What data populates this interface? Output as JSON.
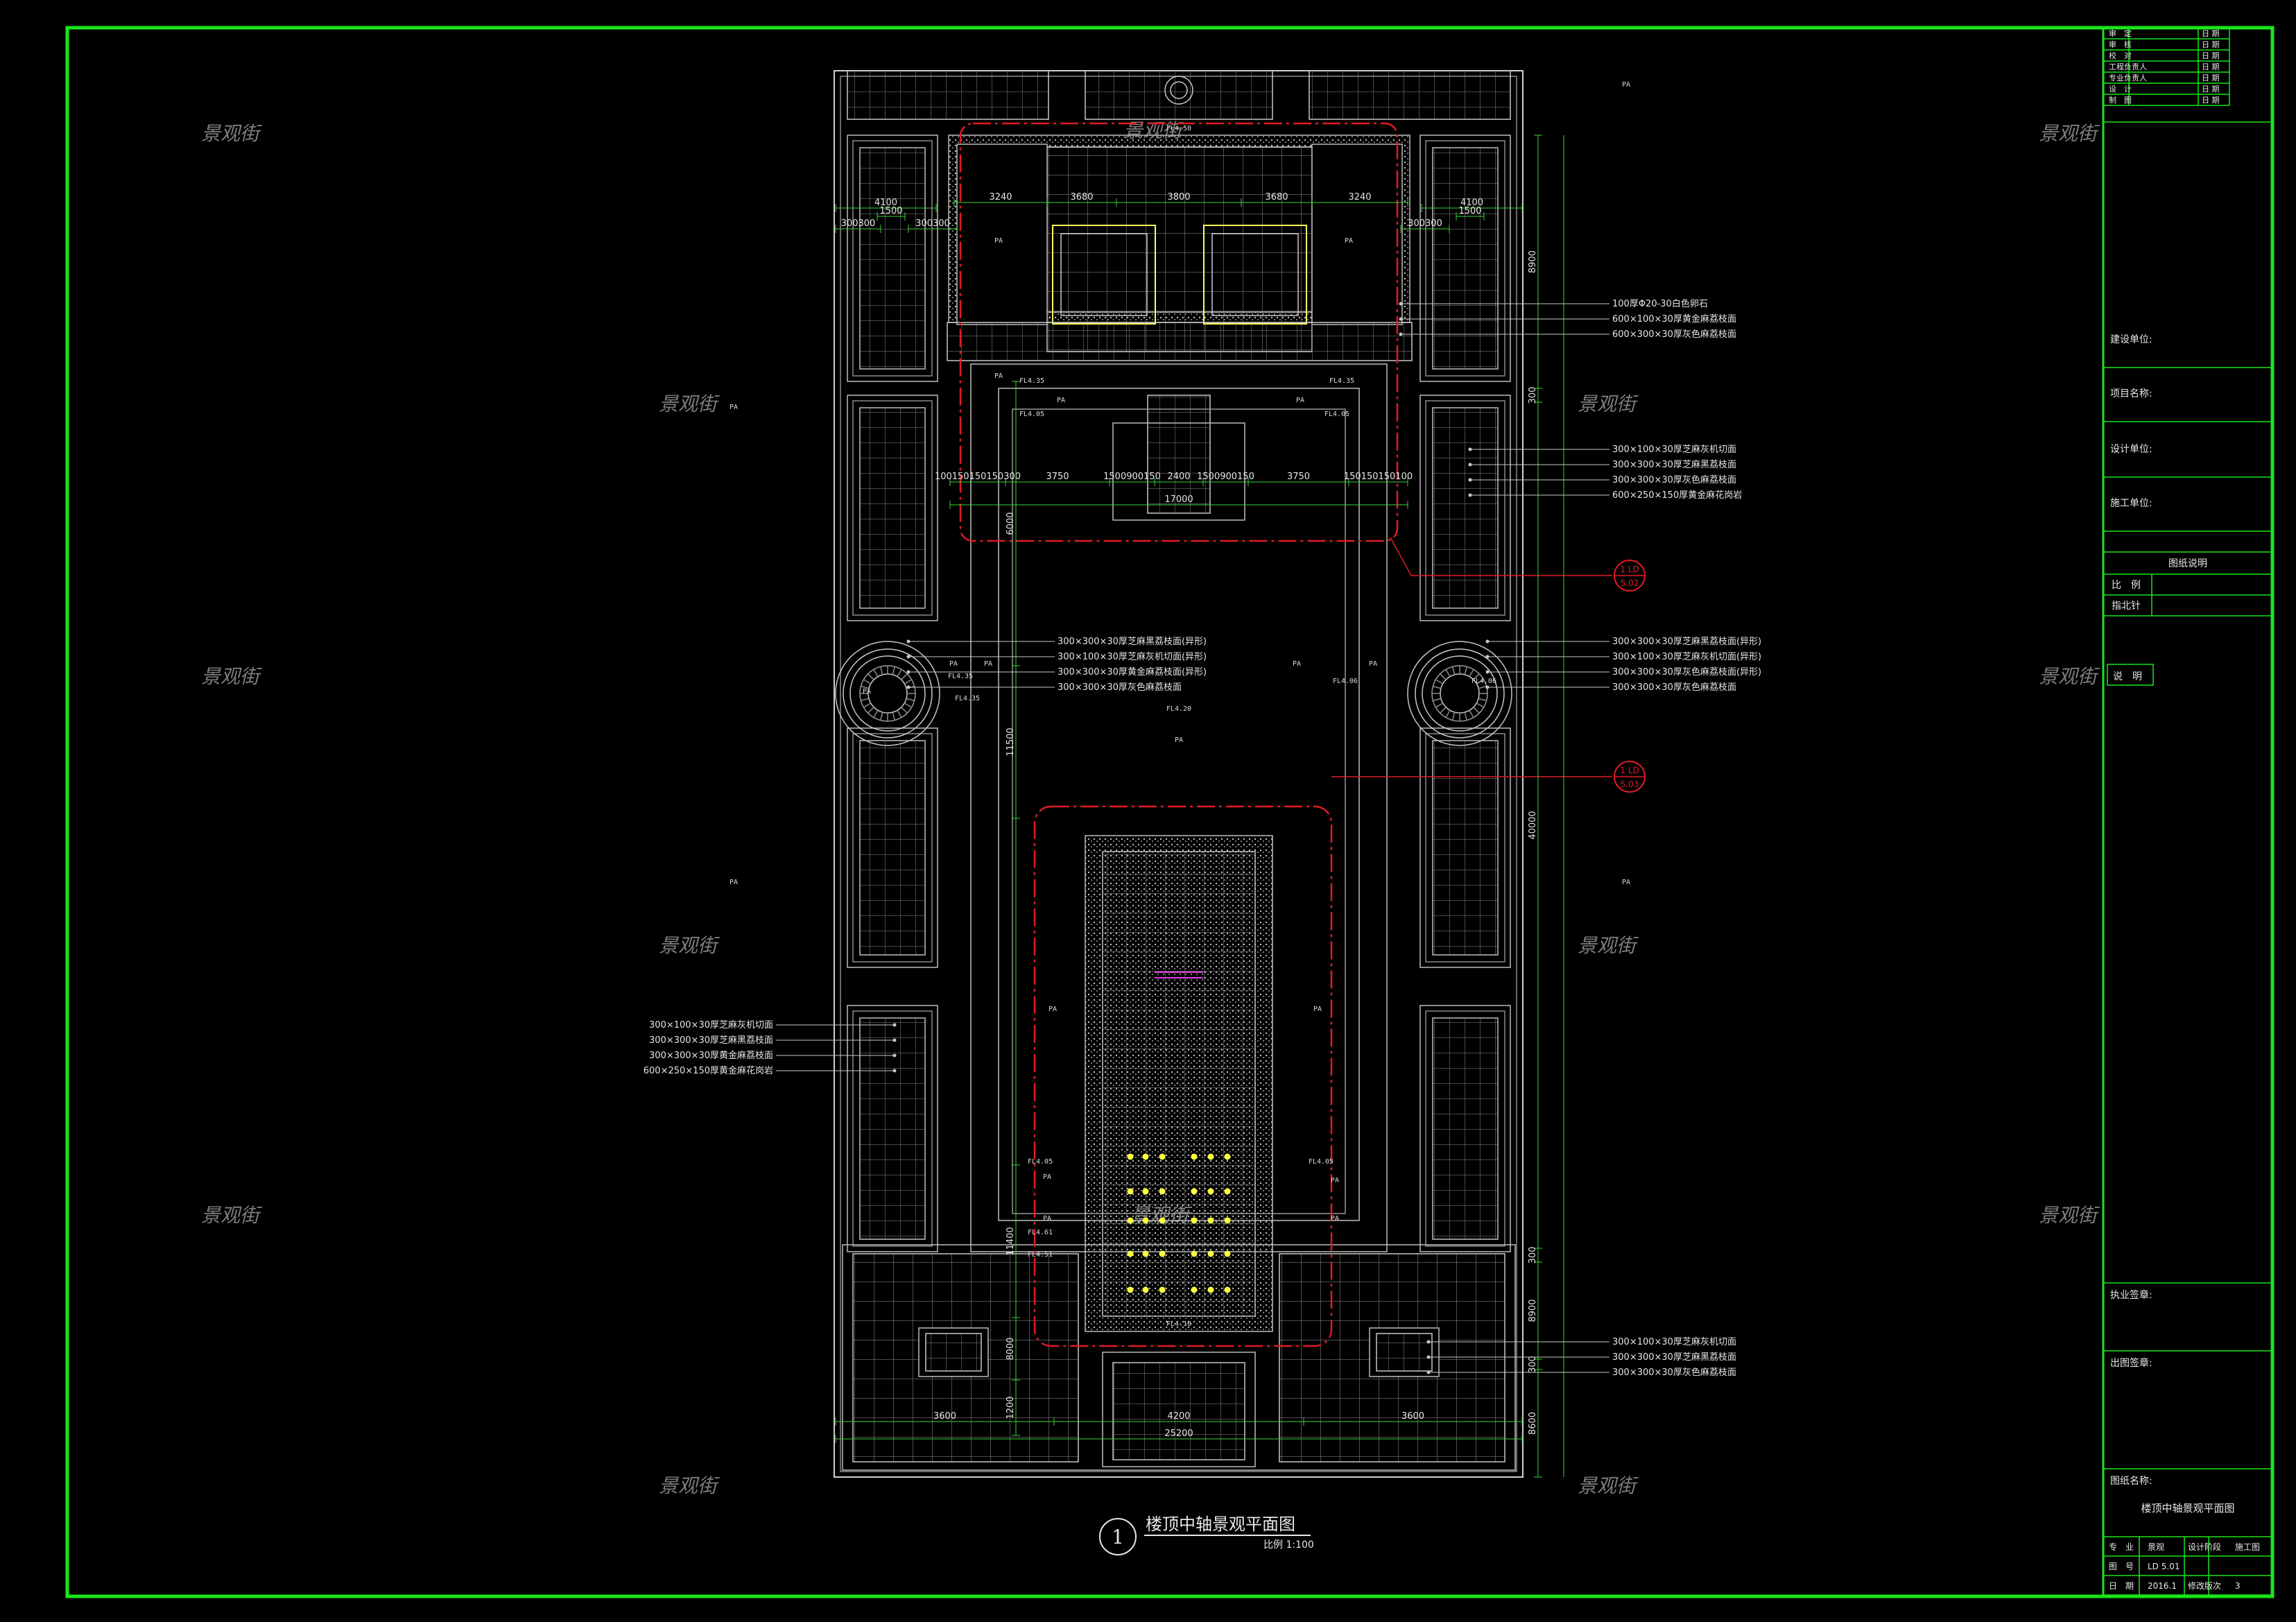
{
  "watermark": "景观街",
  "title_block": {
    "approval_rows": [
      {
        "role": "审　定",
        "date_label": "日 期"
      },
      {
        "role": "审　核",
        "date_label": "日 期"
      },
      {
        "role": "校　对",
        "date_label": "日 期"
      },
      {
        "role": "工程负责人",
        "date_label": "日 期"
      },
      {
        "role": "专业负责人",
        "date_label": "日 期"
      },
      {
        "role": "设　计",
        "date_label": "日 期"
      },
      {
        "role": "制　图",
        "date_label": "日 期"
      }
    ],
    "build_unit": "建设单位:",
    "project_name": "项目名称:",
    "design_unit": "设计单位:",
    "construction_unit": "施工单位:",
    "drawing_notes": "图纸说明",
    "scale": "比　例",
    "north": "指北针",
    "description": "说　明",
    "owner_seal": "执业签章:",
    "publish_seal": "出图签章:",
    "drawing_name_label": "图纸名称:",
    "drawing_name": "楼顶中轴景观平面图",
    "footer_rows": [
      [
        "专　业",
        "景观",
        "设计阶段",
        "施工图"
      ],
      [
        "图　号",
        "LD 5.01",
        "",
        ""
      ],
      [
        "日　期",
        "2016.1",
        "修改版次",
        "3"
      ]
    ]
  },
  "plan": {
    "title_number": "1",
    "title": "楼顶中轴景观平面图",
    "scale": "比例 1:100",
    "dims_top_row1": [
      "3240",
      "3680",
      "3800",
      "3680",
      "3240"
    ],
    "dims_top_row2_left": [
      "4100",
      "1500"
    ],
    "dims_top_row2_right": [
      "4100",
      "1500"
    ],
    "dims_small": [
      "300300",
      "300300",
      "300300"
    ],
    "dims_mid": [
      "100150150150300",
      "3750",
      "1500900150",
      "2400",
      "1500900150",
      "3750",
      "150150150100"
    ],
    "dim_total_17000": "17000",
    "dim_total_25200": "25200",
    "dims_bottom": [
      "3600",
      "4200",
      "3600"
    ],
    "dims_vertical_right": [
      "8900",
      "300",
      "40000",
      "300",
      "8900",
      "300",
      "8600"
    ],
    "dims_vertical_left": [
      "11500",
      "11400",
      "8000",
      "1200",
      "6000"
    ],
    "notes_top_right": [
      "100厚Φ20-30白色卵石",
      "600×100×30厚黄金麻荔枝面",
      "600×300×30厚灰色麻荔枝面"
    ],
    "notes_mid_right": [
      "300×100×30厚芝麻灰机切面",
      "300×300×30厚芝麻黑荔枝面",
      "300×300×30厚灰色麻荔枝面",
      "600×250×150厚黄金麻花岗岩"
    ],
    "notes_circle_right": [
      "300×300×30厚芝麻黑荔枝面(异形)",
      "300×100×30厚芝麻灰机切面(异形)",
      "300×300×30厚灰色麻荔枝面(异形)",
      "300×300×30厚灰色麻荔枝面"
    ],
    "notes_circle_left": [
      "300×300×30厚芝麻黑荔枝面(异形)",
      "300×100×30厚芝麻灰机切面(异形)",
      "300×300×30厚黄金麻荔枝面(异形)",
      "300×300×30厚灰色麻荔枝面"
    ],
    "notes_left": [
      "300×100×30厚芝麻灰机切面",
      "300×300×30厚芝麻黑荔枝面",
      "300×300×30厚黄金麻荔枝面",
      "600×250×150厚黄金麻花岗岩"
    ],
    "notes_bottom_right": [
      "300×100×30厚芝麻灰机切面",
      "300×300×30厚芝麻黑荔枝面",
      "300×300×30厚灰色麻荔枝面"
    ],
    "callout_1": {
      "top": "1 LD",
      "bottom": "5.02"
    },
    "callout_2": {
      "top": "1 LD",
      "bottom": "5.03"
    },
    "level_tags": [
      "FL4.50",
      "FL4.35",
      "FL4.35",
      "FL4.05",
      "FL4.05",
      "FL4.35",
      "FL4.35",
      "FL4.20",
      "FL4.06",
      "FL4.06",
      "FL4.05",
      "FL4.05",
      "FL4.61",
      "FL4.51",
      "FL4.10"
    ],
    "pa_label": "PA"
  },
  "colors": {
    "border": "#19e619",
    "linework": "#c8c8c8",
    "redline": "#e01b24",
    "dim": "#3ad43a",
    "light": "#ffff40",
    "magenta": "#e040e0"
  }
}
